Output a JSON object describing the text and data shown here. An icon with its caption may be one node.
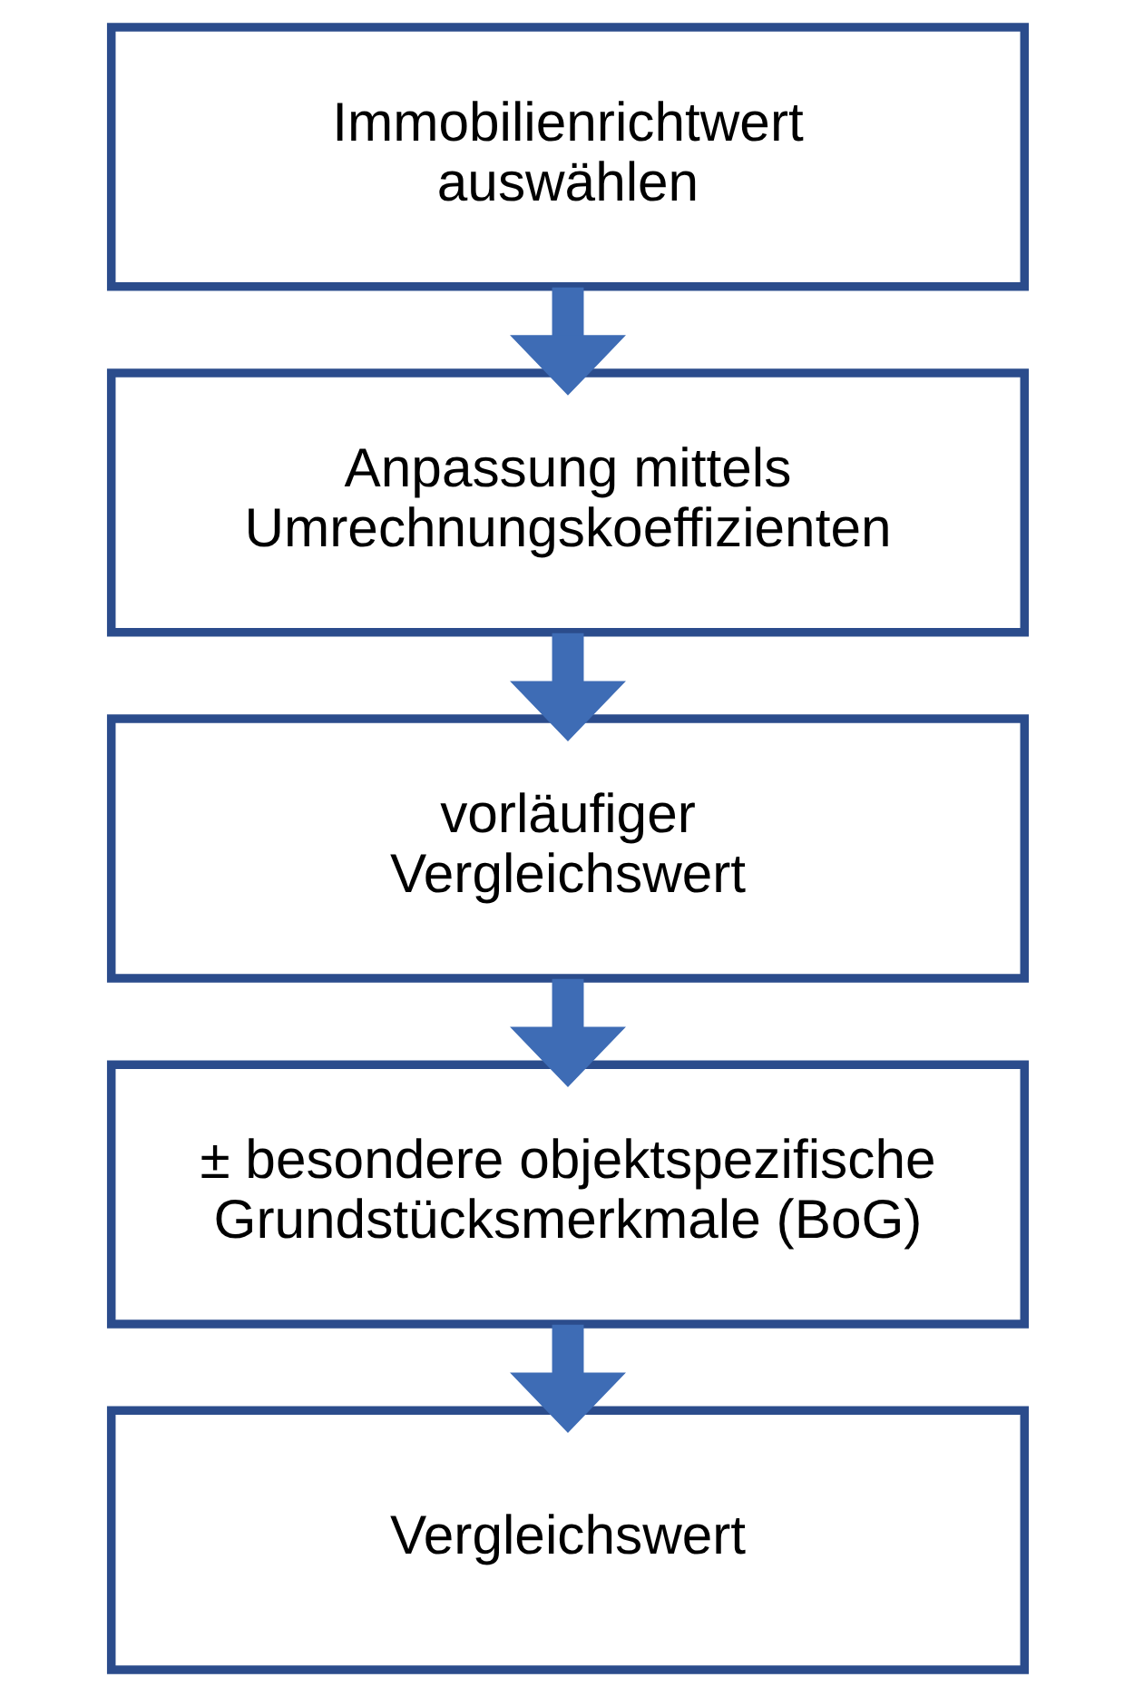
{
  "diagram": {
    "nodes": [
      {
        "text": [
          "Immobilienrichtwert auswählen"
        ]
      },
      {
        "text": [
          "Anpassung mittels Umrechnungskoeffizienten"
        ]
      },
      {
        "text": [
          "vorläufiger Vergleichswert"
        ]
      },
      {
        "text": [
          "± besondere objektspezifische Grundstücksmerkmale (BoG)"
        ]
      },
      {
        "text": [
          "Vergleichswert"
        ]
      }
    ],
    "edges": [
      {
        "from": 0,
        "to": 1,
        "arrow": "to"
      },
      {
        "from": 1,
        "to": 2,
        "arrow": "to"
      },
      {
        "from": 2,
        "to": 3,
        "arrow": "to"
      },
      {
        "from": 3,
        "to": 4,
        "arrow": "to"
      }
    ]
  }
}
